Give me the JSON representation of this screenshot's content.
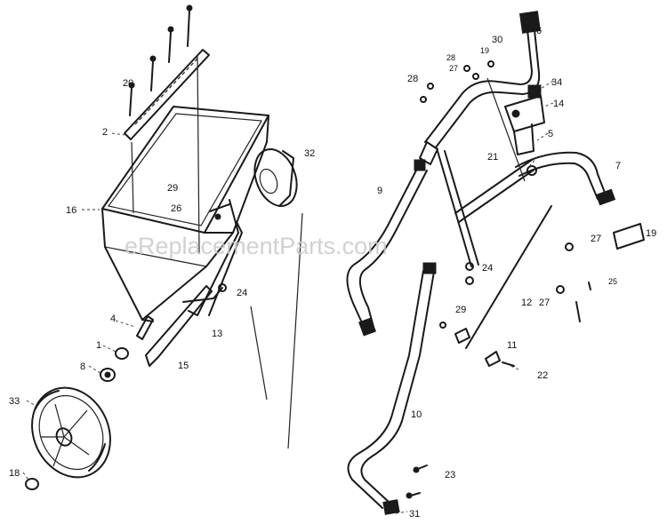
{
  "watermark": "eReplacementParts.com",
  "callouts": [
    {
      "id": "c-20",
      "text": "20"
    },
    {
      "id": "c-2",
      "text": "2"
    },
    {
      "id": "c-16",
      "text": "16"
    },
    {
      "id": "c-29a",
      "text": "29"
    },
    {
      "id": "c-26",
      "text": "26"
    },
    {
      "id": "c-32",
      "text": "32"
    },
    {
      "id": "c-4",
      "text": "4"
    },
    {
      "id": "c-1",
      "text": "1"
    },
    {
      "id": "c-8",
      "text": "8"
    },
    {
      "id": "c-33",
      "text": "33"
    },
    {
      "id": "c-18",
      "text": "18"
    },
    {
      "id": "c-24a",
      "text": "24"
    },
    {
      "id": "c-13",
      "text": "13"
    },
    {
      "id": "c-15",
      "text": "15"
    },
    {
      "id": "c-28a",
      "text": "28"
    },
    {
      "id": "c-28b",
      "text": "28"
    },
    {
      "id": "c-27a",
      "text": "27"
    },
    {
      "id": "c-19a",
      "text": "19"
    },
    {
      "id": "c-30",
      "text": "30"
    },
    {
      "id": "c-6",
      "text": "6"
    },
    {
      "id": "c-34",
      "text": "34"
    },
    {
      "id": "c-14",
      "text": "14"
    },
    {
      "id": "c-5",
      "text": "5"
    },
    {
      "id": "c-21a",
      "text": "21"
    },
    {
      "id": "c-7",
      "text": "7"
    },
    {
      "id": "c-9",
      "text": "9"
    },
    {
      "id": "c-19b",
      "text": "19"
    },
    {
      "id": "c-27b",
      "text": "27"
    },
    {
      "id": "c-25",
      "text": "25"
    },
    {
      "id": "c-24b",
      "text": "24"
    },
    {
      "id": "c-12",
      "text": "12"
    },
    {
      "id": "c-27c",
      "text": "27"
    },
    {
      "id": "c-29b",
      "text": "29"
    },
    {
      "id": "c-11",
      "text": "11"
    },
    {
      "id": "c-22",
      "text": "22"
    },
    {
      "id": "c-10",
      "text": "10"
    },
    {
      "id": "c-23",
      "text": "23"
    },
    {
      "id": "c-31",
      "text": "31"
    }
  ]
}
